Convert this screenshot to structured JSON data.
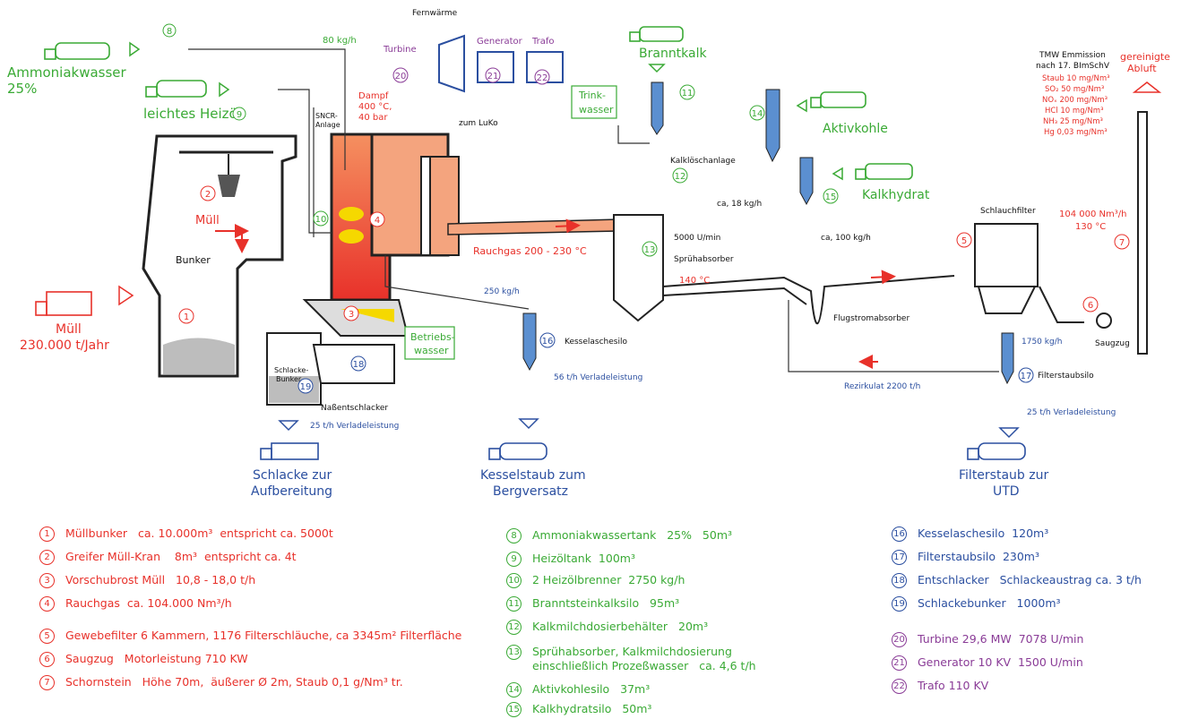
{
  "colors": {
    "red": "#e8312a",
    "green": "#3aaa35",
    "blue": "#2b4fa0",
    "purple": "#8a3c97",
    "orange": "#f07a4a",
    "silo": "#5b8fd0"
  },
  "labels": {
    "ammoniakwasser": "Ammoniakwasser",
    "ammoniak_pct": "25%",
    "heizoel": "leichtes Heizöl",
    "muell": "Müll",
    "muell_rate": "230.000 t/Jahr",
    "bunker": "Bunker",
    "muell_crane": "Müll",
    "flow_80": "80 kg/h",
    "sncr": "SNCR-",
    "sncr2": "Anlage",
    "fernwaerme": "Fernwärme",
    "turbine": "Turbine",
    "generator": "Generator",
    "trafo": "Trafo",
    "dampf": "Dampf",
    "dampf2": "400 °C,",
    "dampf3": "40 bar",
    "zum_luko": "zum LuKo",
    "branntkalk": "Branntkalk",
    "trink": "Trink-",
    "wasser": "wasser",
    "kalkloesch": "Kalklöschanlage",
    "aktivkohle": "Aktivkohle",
    "kalkhydrat": "Kalkhydrat",
    "flow_18": "ca, 18 kg/h",
    "flow_100": "ca, 100 kg/h",
    "rauchgas": "Rauchgas  200 - 230 °C",
    "rpm": "5000 U/min",
    "spruehabsorber": "Sprühabsorber",
    "temp_140": "140 °C",
    "flugstrom": "Flugstromabsorber",
    "schlauchfilter": "Schlauchfilter",
    "nm3": "104 000 Nm³/h",
    "temp_130": "130 °C",
    "saugzug": "Saugzug",
    "flow_1750": "1750 kg/h",
    "filterstaubsilo": "Filterstaubsilo",
    "rezirkulat": "Rezirkulat  2200 t/h",
    "flow_250": "250 kg/h",
    "kesselaschesilo": "Kesselaschesilo",
    "verlade_56": "56 t/h Verladeleistung",
    "betriebs": "Betriebs-",
    "betriebs2": "wasser",
    "schlacke_bunker": "Schlacke-",
    "schlacke_bunker2": "Bunker",
    "nassentschlacker": "Naßentschlacker",
    "verlade_25a": "25 t/h Verladeleistung",
    "verlade_25b": "25 t/h Verladeleistung",
    "schlacke_auf": "Schlacke zur",
    "schlacke_auf2": "Aufbereitung",
    "kesselstaub": "Kesselstaub zum",
    "kesselstaub2": "Bergversatz",
    "filterstaub_utd": "Filterstaub zur",
    "filterstaub_utd2": "UTD",
    "gereinigte": "gereinigte",
    "abluft": "Abluft"
  },
  "emission": {
    "title1": "TMW Emmission",
    "title2": "nach 17. BImSchV",
    "rows": [
      "Staub 10 mg/Nm³",
      "SO₂ 50 mg/Nm³",
      "NOₓ 200 mg/Nm³",
      "HCl 10 mg/Nm³",
      "NH₃ 25 mg/Nm³",
      "Hg 0,03 mg/Nm³"
    ]
  },
  "legend": {
    "col1": [
      {
        "n": "1",
        "text": "Müllbunker   ca. 10.000m³  entspricht ca. 5000t"
      },
      {
        "n": "2",
        "text": "Greifer Müll-Kran    8m³  entspricht ca. 4t"
      },
      {
        "n": "3",
        "text": "Vorschubrost Müll   10,8 - 18,0 t/h"
      },
      {
        "n": "4",
        "text": "Rauchgas  ca. 104.000 Nm³/h"
      },
      {
        "n": "5",
        "text": "Gewebefilter 6 Kammern, 1176 Filterschläuche, ca 3345m² Filterfläche"
      },
      {
        "n": "6",
        "text": "Saugzug   Motorleistung 710 KW"
      },
      {
        "n": "7",
        "text": "Schornstein   Höhe 70m,  äußerer Ø 2m, Staub 0,1 g/Nm³ tr."
      }
    ],
    "col2": [
      {
        "n": "8",
        "text": "Ammoniakwassertank   25%   50m³"
      },
      {
        "n": "9",
        "text": "Heizöltank  100m³"
      },
      {
        "n": "10",
        "text": "2 Heizölbrenner  2750 kg/h"
      },
      {
        "n": "11",
        "text": "Branntsteinkalksilo   95m³"
      },
      {
        "n": "12",
        "text": "Kalkmilchdosierbehälter   20m³"
      },
      {
        "n": "13",
        "text": "Sprühabsorber, Kalkmilchdosierung\neinschließlich Prozeßwasser   ca. 4,6 t/h"
      },
      {
        "n": "14",
        "text": "Aktivkohlesilo   37m³"
      },
      {
        "n": "15",
        "text": "Kalkhydratsilo   50m³"
      }
    ],
    "col3": [
      {
        "n": "16",
        "text": "Kesselaschesilo  120m³"
      },
      {
        "n": "17",
        "text": "Filterstaubsilo  230m³"
      },
      {
        "n": "18",
        "text": "Entschlacker   Schlackeaustrag ca. 3 t/h"
      },
      {
        "n": "19",
        "text": "Schlackebunker   1000m³"
      },
      {
        "n": "20",
        "text": "Turbine 29,6 MW  7078 U/min"
      },
      {
        "n": "21",
        "text": "Generator 10 KV  1500 U/min"
      },
      {
        "n": "22",
        "text": "Trafo 110 KV"
      }
    ]
  }
}
